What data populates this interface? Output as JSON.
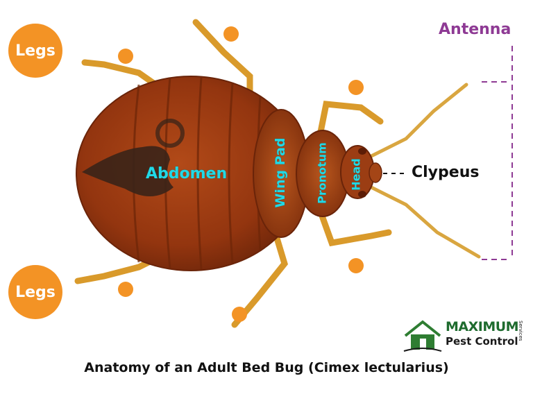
{
  "labels": {
    "legs": "Legs",
    "antenna": "Antenna",
    "abdomen": "Abdomen",
    "wing_pad": "Wing Pad",
    "pronotum": "Pronotum",
    "head": "Head",
    "clypeus": "Clypeus"
  },
  "caption": "Anatomy of an Adult Bed Bug (Cimex lectularius)",
  "logo": {
    "line1": "MAXIMUM",
    "line2": "Pest Control",
    "side": "Services"
  },
  "colors": {
    "legs_badge": "#f39325",
    "part_label": "#21d9e6",
    "antenna_label": "#8e3a94",
    "body": "#9b3a12",
    "leg": "#d99a2b"
  }
}
